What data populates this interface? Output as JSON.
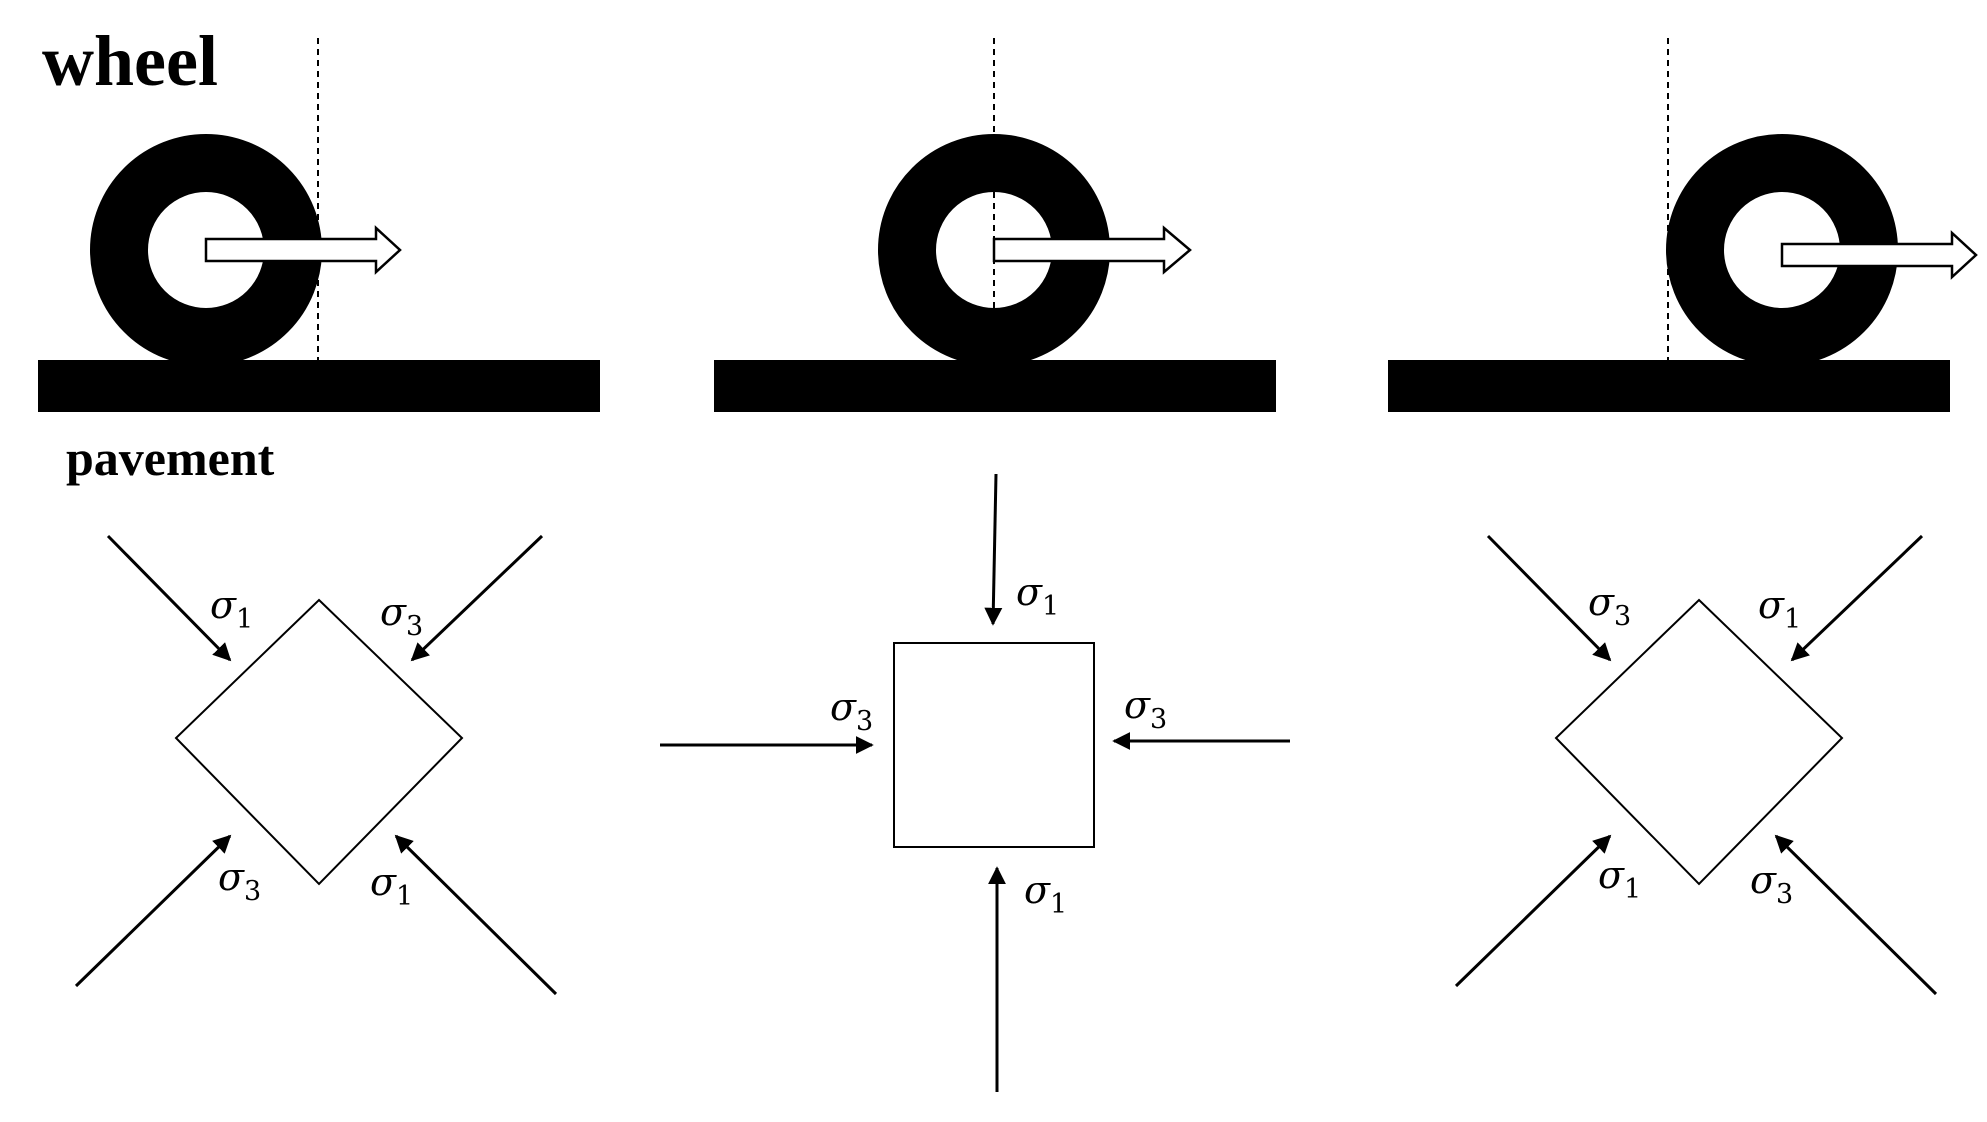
{
  "labels": {
    "wheel": "wheel",
    "pavement": "pavement"
  },
  "stress_symbol": "σ",
  "principal_stresses": {
    "major": "σ1",
    "minor": "σ3",
    "major_subscript": "1",
    "minor_subscript": "3"
  },
  "panels": [
    {
      "id": "before",
      "wheel_position": "approaching",
      "element_shape": "diamond",
      "stress_labels": [
        "σ1",
        "σ3",
        "σ3",
        "σ1"
      ]
    },
    {
      "id": "above",
      "wheel_position": "directly-above",
      "element_shape": "square",
      "stress_labels": [
        "σ1",
        "σ3",
        "σ3",
        "σ1"
      ]
    },
    {
      "id": "after",
      "wheel_position": "departing",
      "element_shape": "diamond",
      "stress_labels": [
        "σ3",
        "σ1",
        "σ1",
        "σ3"
      ]
    }
  ],
  "colors": {
    "ink": "#000000",
    "background": "#ffffff"
  }
}
